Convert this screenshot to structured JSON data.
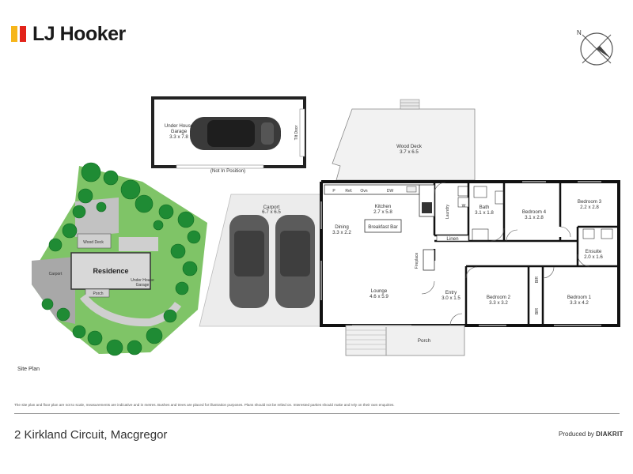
{
  "brand": {
    "name": "LJ Hooker",
    "colors": {
      "yellow": "#f6b51a",
      "red": "#e2231a",
      "text": "#1a1a1a"
    }
  },
  "compass": {
    "label": "N",
    "icon": "north-arrow-icon"
  },
  "site_plan": {
    "caption": "Site Plan",
    "residence": "Residence",
    "under_house_garage": [
      "Under House",
      "Garage"
    ],
    "wood_deck": "Wood Deck",
    "carport": "Carport",
    "porch": "Porch"
  },
  "floor_plan": {
    "garage": {
      "name": [
        "Under House",
        "Garage"
      ],
      "dims": "3.3 x 7.8",
      "tilt_door": "Tilt Door",
      "note": "(Not In Position)"
    },
    "wood_deck": {
      "name": "Wood Deck",
      "dims": "3.7 x 6.5"
    },
    "carport": {
      "name": "Carport",
      "dims": "6.7 x 6.5"
    },
    "kitchen": {
      "name": "Kitchen",
      "dims": "2.7 x 5.8",
      "breakfast_bar": "Breakfast Bar"
    },
    "appliances": {
      "pantry": "P",
      "fridge": "Ref.",
      "oven": "Ovn",
      "dishwasher": "DW"
    },
    "dining": {
      "name": "Dining",
      "dims": "3.3 x 2.2"
    },
    "lounge": {
      "name": "Lounge",
      "dims": "4.6 x 5.9"
    },
    "fireplace": "Fireplace",
    "laundry": "Laundry",
    "w": "W",
    "linen": "Linen",
    "bath": {
      "name": "Bath",
      "dims": "3.1 x 1.8"
    },
    "bedroom4": {
      "name": "Bedroom 4",
      "dims": "3.1 x 2.8"
    },
    "bedroom3": {
      "name": "Bedroom 3",
      "dims": "2.2 x 2.8"
    },
    "ensuite": {
      "name": "Ensuite",
      "dims": "2.0 x 1.6"
    },
    "bedroom2": {
      "name": "Bedroom 2",
      "dims": "3.3 x 3.2"
    },
    "bedroom1": {
      "name": "Bedroom 1",
      "dims": "3.3 x 4.2"
    },
    "entry": {
      "name": "Entry",
      "dims": "3.0 x 1.5"
    },
    "bir": "BIR",
    "porch": "Porch"
  },
  "disclaimer": "The site plan and floor plan are not to scale, measurements are indicative and in metres. Bushes and trees are placed for illustration purposes. Plans should not be relied on. Interested parties should make and rely on their own enquiries.",
  "address": "2 Kirkland Circuit, Macgregor",
  "footer": {
    "produced_by": "Produced by",
    "company": "DIAKRIT"
  }
}
